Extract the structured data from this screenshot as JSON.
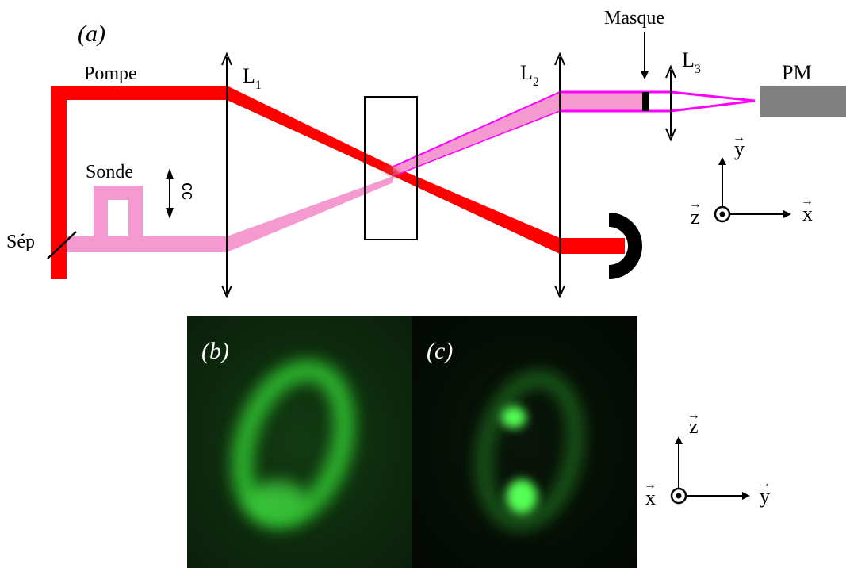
{
  "panel_a": {
    "label": "(a)",
    "pump_label": "Pompe",
    "probe_label": "Sonde",
    "splitter_label": "Sép",
    "delay_label": "cc",
    "lens1": {
      "main": "L",
      "sub": "1"
    },
    "lens2": {
      "main": "L",
      "sub": "2"
    },
    "lens3": {
      "main": "L",
      "sub": "3"
    },
    "mask_label": "Masque",
    "detector_label": "PM",
    "axes": {
      "y": "y",
      "x": "x",
      "z": "z",
      "vector_mark": "→"
    }
  },
  "panel_b": {
    "label": "(b)"
  },
  "panel_c": {
    "label": "(c)"
  },
  "axes_bottom": {
    "z": "z",
    "x": "x",
    "y": "y",
    "vector_mark": "→"
  },
  "colors": {
    "pump": "#ff0000",
    "probe": "#f59ad0",
    "signal": "#ff00ff",
    "fluorescence": "#2bd82b",
    "photo_background": "#0b1c0b"
  }
}
